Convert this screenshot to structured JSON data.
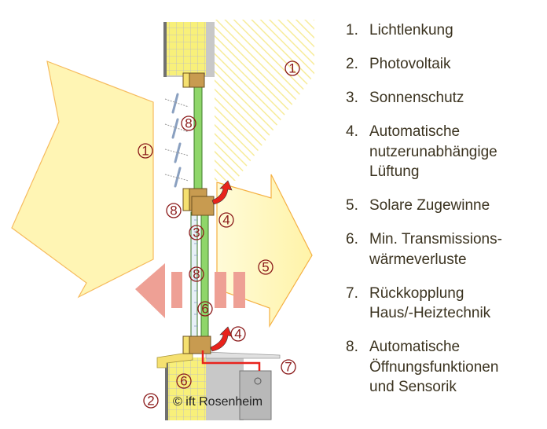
{
  "legend": [
    {
      "num": "1.",
      "text": "Lichtlenkung"
    },
    {
      "num": "2.",
      "text": "Photovoltaik"
    },
    {
      "num": "3.",
      "text": "Sonnenschutz"
    },
    {
      "num": "4.",
      "text": "Automatische\nnutzerunabhängige\nLüftung"
    },
    {
      "num": "5.",
      "text": "Solare Zugewinne"
    },
    {
      "num": "6.",
      "text": "Min. Transmissions-\nwärmeverluste"
    },
    {
      "num": "7.",
      "text": "Rückkopplung\nHaus/-Heiztechnik"
    },
    {
      "num": "8.",
      "text": "Automatische\nÖffnungsfunktionen\nund Sensorik"
    }
  ],
  "diagram": {
    "markers": [
      "1",
      "1",
      "8",
      "8",
      "4",
      "3",
      "5",
      "8",
      "6",
      "4",
      "7",
      "6",
      "2"
    ],
    "copyright": "© ift Rosenheim"
  },
  "colors": {
    "light": "#fff6b0",
    "light_stroke": "#f5b042",
    "heat_arrow": "#eea095",
    "glass": "#8fd66a",
    "frame": "#c89b50",
    "insulation": "#f8f07a",
    "wall": "#c8c8c8",
    "heating_pipe": "#e8231c",
    "marker": "#8b1a1a"
  }
}
